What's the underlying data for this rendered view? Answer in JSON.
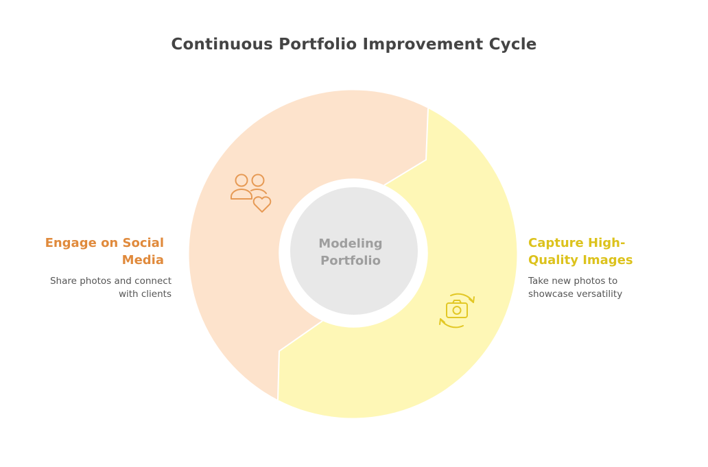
{
  "title": "Continuous Portfolio Improvement Cycle",
  "center": {
    "line1": "Modeling",
    "line2": "Portfolio"
  },
  "steps": [
    {
      "title_line1": "Engage on Social",
      "title_line2": "Media",
      "desc_line1": "Share photos and connect",
      "desc_line2": "with clients",
      "icon": "social-hearts-icon",
      "fill": "#fde3cc",
      "text_color": "#e08a3c",
      "icon_color": "#e69a55"
    },
    {
      "title_line1": "Capture High-",
      "title_line2": "Quality Images",
      "desc_line1": "Take new photos to",
      "desc_line2": "showcase versatility",
      "icon": "camera-cycle-icon",
      "fill": "#fef7b6",
      "text_color": "#dcc21c",
      "icon_color": "#e2c725"
    }
  ],
  "colors": {
    "title": "#444444",
    "center_fill": "#e8e8e8",
    "center_text": "#9e9e9e",
    "description": "#555555"
  }
}
